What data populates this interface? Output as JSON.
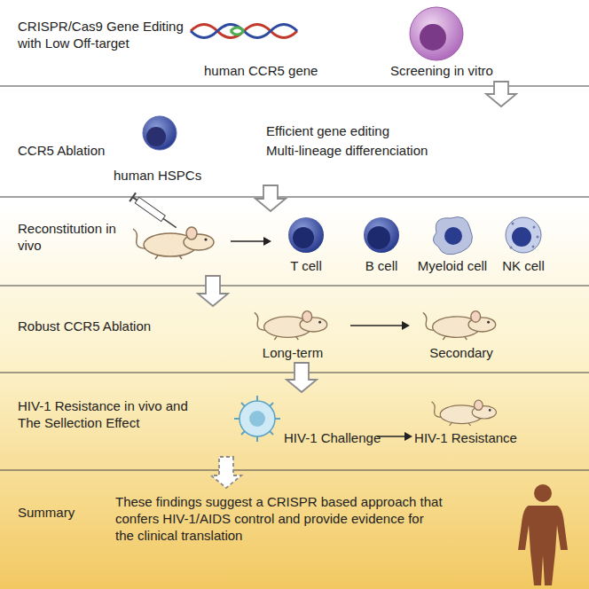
{
  "diagram": {
    "nodes": [
      {
        "text": [
          "CRISPR/Cas9 Gene Editing with Low Off-target",
          "human CCR5 gene",
          "Screening in vitro"
        ]
      },
      {
        "text": [
          "CCR5 Ablation",
          "human HSPCs",
          "Efficient gene editing",
          "Multi-lineage differenciation"
        ]
      },
      {
        "text": [
          "Reconstitution in vivo",
          "T cell",
          "B cell",
          "Myeloid cell",
          "NK cell"
        ]
      },
      {
        "text": [
          "Robust CCR5 Ablation",
          "Long-term",
          "Secondary"
        ]
      },
      {
        "text": [
          "HIV-1 Resistance in vivo and The Sellection Effect",
          "HIV-1 Challenge",
          "HIV-1 Resistance"
        ]
      },
      {
        "text": [
          "Summary",
          "These findings suggest a CRISPR based approach that confers HIV-1/AIDS control and provide evidence for the clinical translation"
        ]
      }
    ],
    "edges": [
      {
        "from": 0,
        "to": 1,
        "arrow": "to"
      },
      {
        "from": 1,
        "to": 2,
        "arrow": "to"
      },
      {
        "from": 2,
        "to": 3,
        "arrow": "to"
      },
      {
        "from": 3,
        "to": 4,
        "arrow": "to"
      },
      {
        "from": 4,
        "to": 5,
        "arrow": "to"
      }
    ]
  }
}
